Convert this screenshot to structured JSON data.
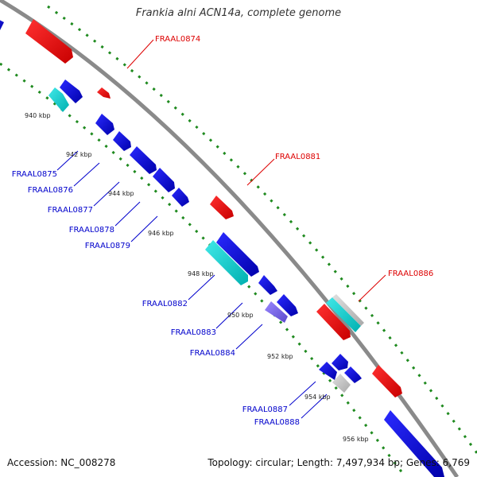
{
  "title": "Frankia alni ACN14a, complete genome",
  "footer": {
    "accession": "Accession: NC_008278",
    "topology": "Topology: circular; Length: 7,497,934 bp; Genes: 6,769"
  },
  "colors": {
    "backbone": "#8a8a8a",
    "tick_dots": "#1f8a1f",
    "outer_gene": "#ff0000",
    "inner_gene": "#0000ee",
    "cyan_gene": "#00d0d0",
    "purple_gene": "#7b68ee",
    "grey_gene": "#c8c8c8",
    "label_red": "#dd0000",
    "label_blue": "#0000cc"
  },
  "ticks": [
    "940 kbp",
    "942 kbp",
    "944 kbp",
    "946 kbp",
    "948 kbp",
    "950 kbp",
    "952 kbp",
    "954 kbp",
    "956 kbp"
  ],
  "outer_labels": [
    "FRAAL0874",
    "FRAAL0881",
    "FRAAL0886"
  ],
  "inner_labels": [
    "FRAAL0875",
    "FRAAL0876",
    "FRAAL0877",
    "FRAAL0878",
    "FRAAL0879",
    "FRAAL0882",
    "FRAAL0883",
    "FRAAL0884",
    "FRAAL0887",
    "FRAAL0888"
  ]
}
